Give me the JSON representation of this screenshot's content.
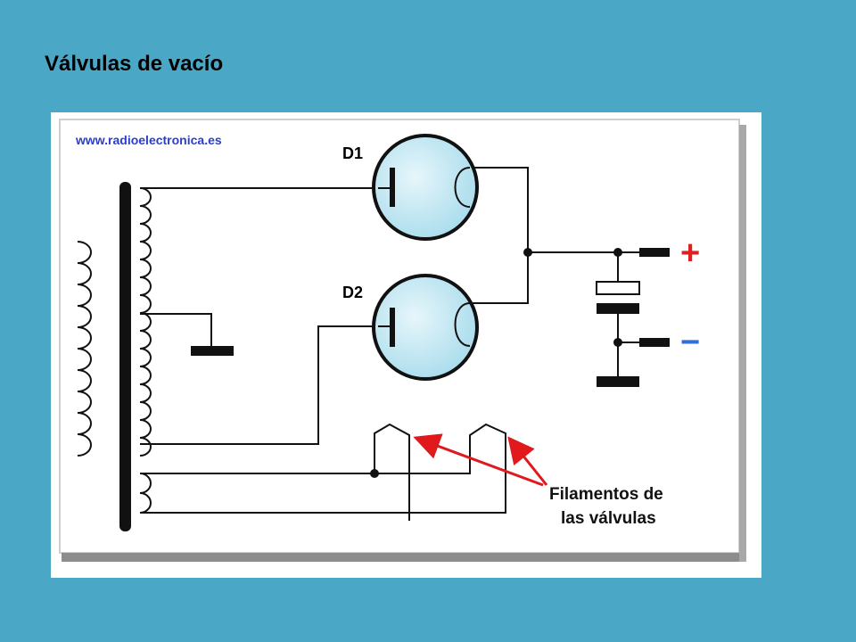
{
  "slide": {
    "title": "Válvulas de vacío"
  },
  "diagram": {
    "watermark": "www.radioelectronica.es",
    "tube_d1": "D1",
    "tube_d2": "D2",
    "plus_sign": "+",
    "minus_sign": "−",
    "filament_label_line1": "Filamentos de",
    "filament_label_line2": "las válvulas",
    "colors": {
      "background": "#4aa8c6",
      "tube_fill": "#bfe6f2",
      "arrow": "#e0191c",
      "plus": "#e02020",
      "minus": "#2f6fd8",
      "watermark": "#2a3fc9"
    }
  }
}
